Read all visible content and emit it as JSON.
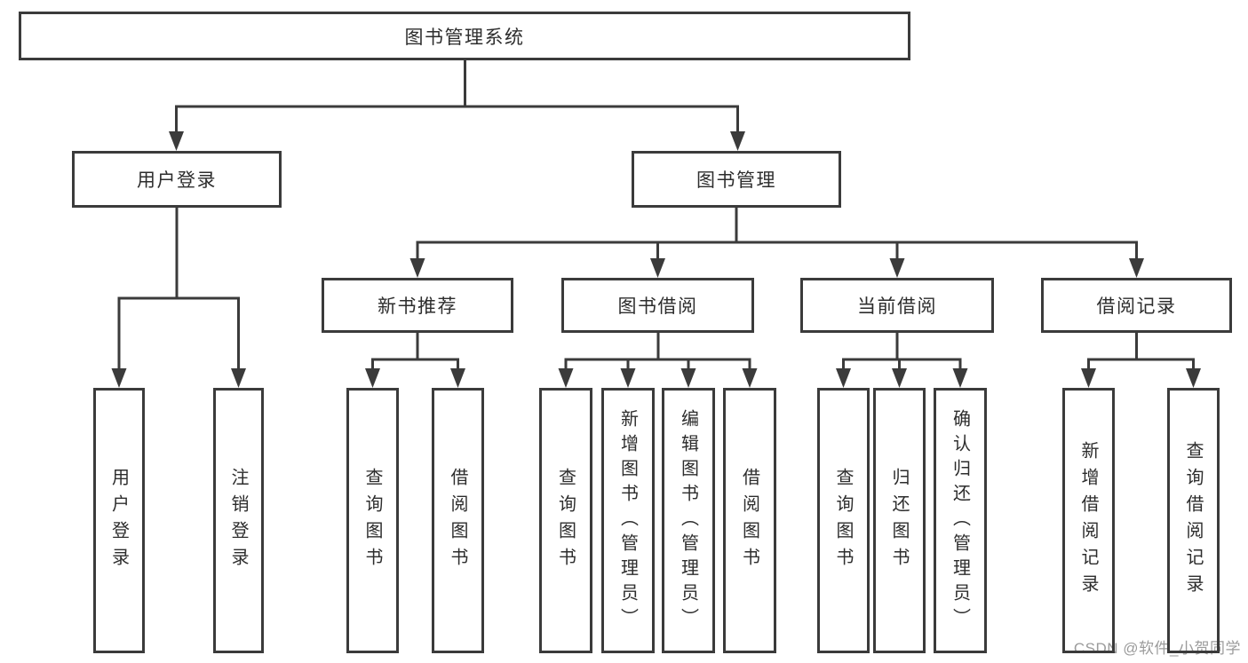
{
  "diagram_title": "图书管理系统",
  "tree": {
    "root": {
      "label": "图书管理系统"
    },
    "branches": [
      {
        "label": "用户登录",
        "children": [
          "用户登录",
          "注销登录"
        ]
      },
      {
        "label": "图书管理",
        "sections": [
          {
            "label": "新书推荐",
            "children": [
              "查询图书",
              "借阅图书"
            ]
          },
          {
            "label": "图书借阅",
            "children": [
              "查询图书",
              "新增图书（管理员）",
              "编辑图书（管理员）",
              "借阅图书"
            ]
          },
          {
            "label": "当前借阅",
            "children": [
              "查询图书",
              "归还图书",
              "确认归还（管理员）"
            ]
          },
          {
            "label": "借阅记录",
            "children": [
              "新增借阅记录",
              "查询借阅记录"
            ]
          }
        ]
      }
    ]
  },
  "watermark": "CSDN @软件_小贺同学",
  "colors": {
    "line": "#3b3b3b",
    "text": "#2d2d2d",
    "watermark": "#9b9b9b",
    "background": "#ffffff"
  }
}
